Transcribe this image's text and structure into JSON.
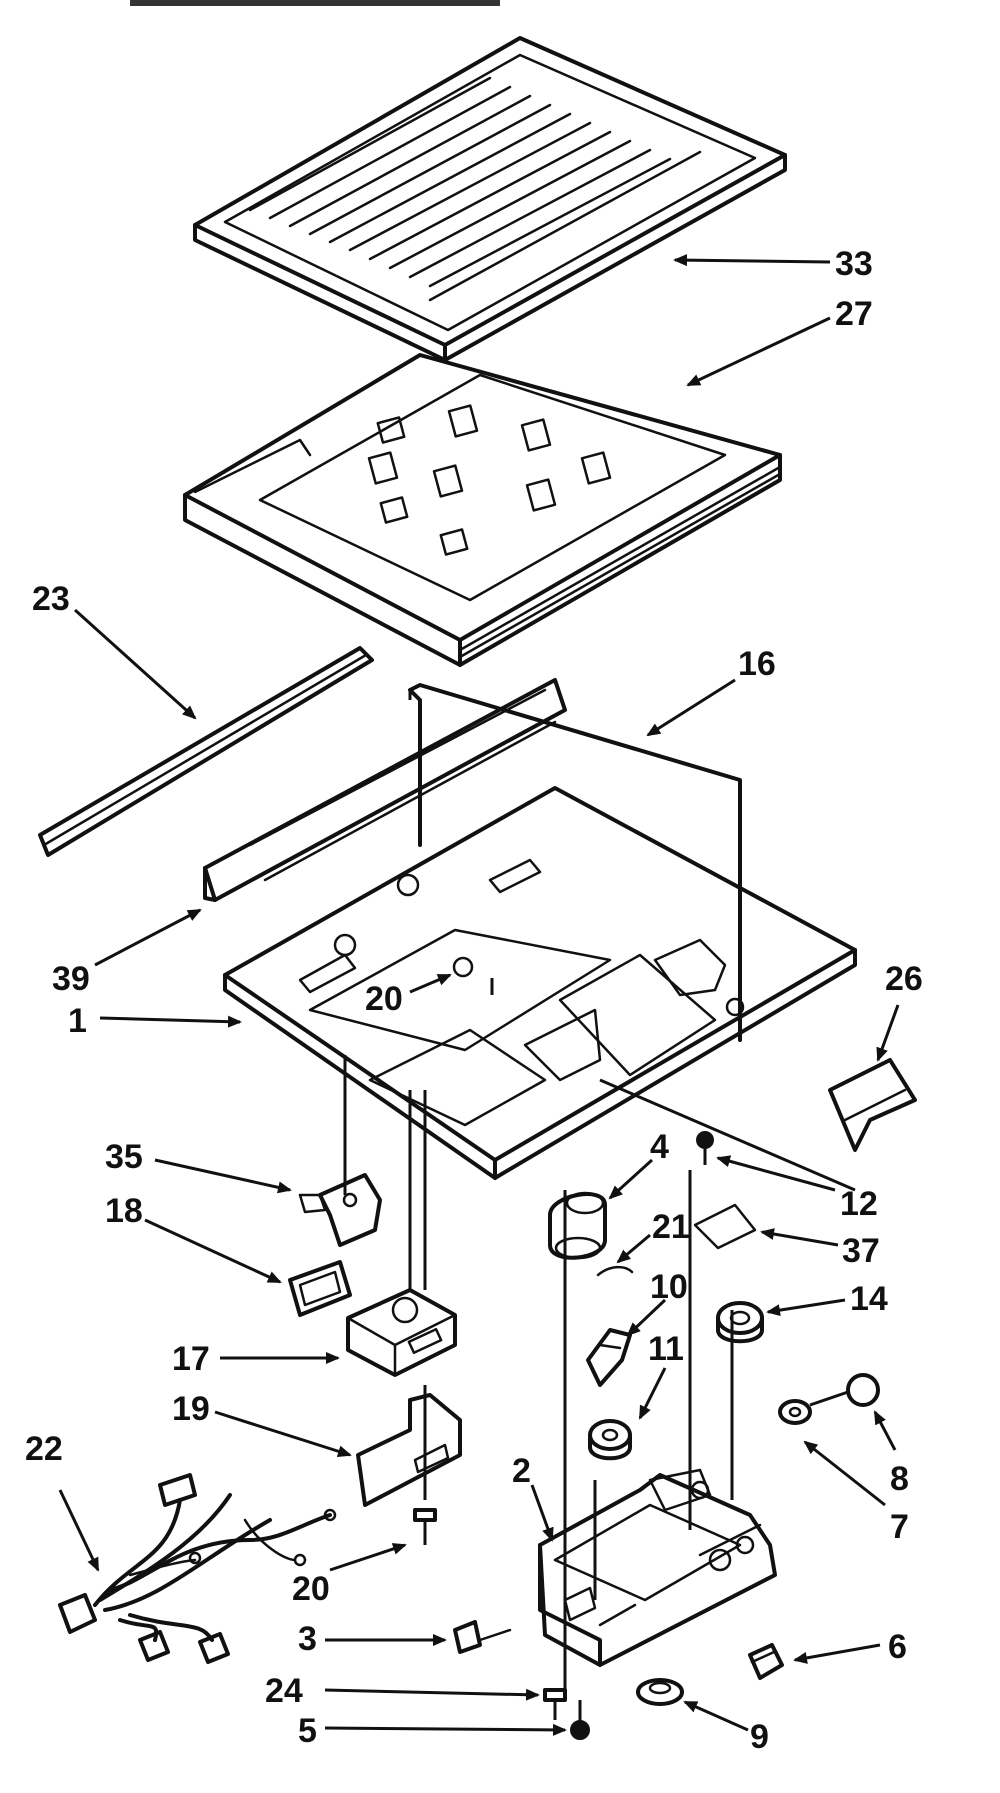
{
  "header": {
    "text": ""
  },
  "callouts": [
    {
      "id": "33",
      "label": "33"
    },
    {
      "id": "27",
      "label": "27"
    },
    {
      "id": "23",
      "label": "23"
    },
    {
      "id": "16",
      "label": "16"
    },
    {
      "id": "39",
      "label": "39"
    },
    {
      "id": "20a",
      "label": "20"
    },
    {
      "id": "1",
      "label": "1"
    },
    {
      "id": "26",
      "label": "26"
    },
    {
      "id": "35",
      "label": "35"
    },
    {
      "id": "18",
      "label": "18"
    },
    {
      "id": "4",
      "label": "4"
    },
    {
      "id": "12",
      "label": "12"
    },
    {
      "id": "21",
      "label": "21"
    },
    {
      "id": "37",
      "label": "37"
    },
    {
      "id": "10",
      "label": "10"
    },
    {
      "id": "14",
      "label": "14"
    },
    {
      "id": "17",
      "label": "17"
    },
    {
      "id": "11",
      "label": "11"
    },
    {
      "id": "19",
      "label": "19"
    },
    {
      "id": "8",
      "label": "8"
    },
    {
      "id": "22",
      "label": "22"
    },
    {
      "id": "2",
      "label": "2"
    },
    {
      "id": "7",
      "label": "7"
    },
    {
      "id": "20b",
      "label": "20"
    },
    {
      "id": "3",
      "label": "3"
    },
    {
      "id": "6",
      "label": "6"
    },
    {
      "id": "24",
      "label": "24"
    },
    {
      "id": "5",
      "label": "5"
    },
    {
      "id": "9",
      "label": "9"
    }
  ]
}
